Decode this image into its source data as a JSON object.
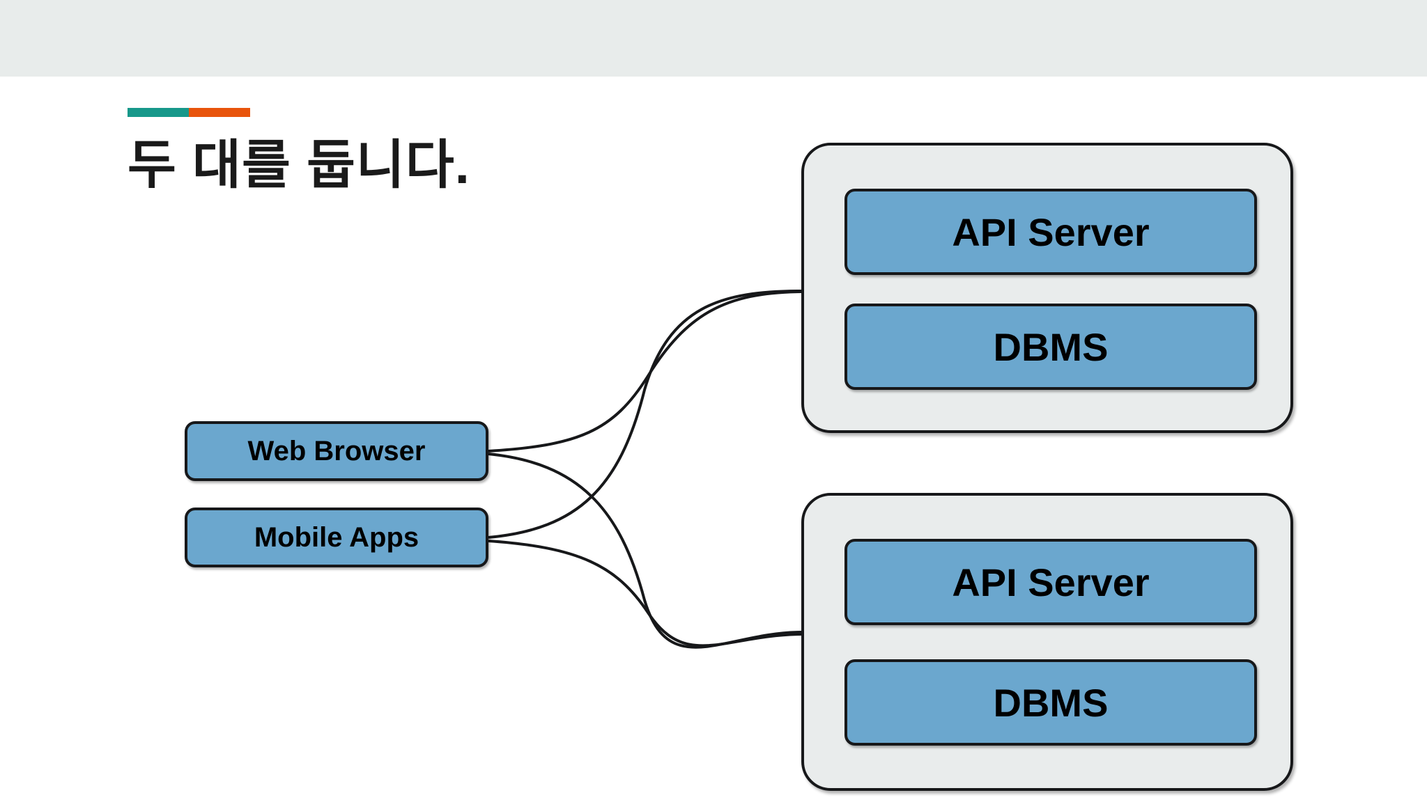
{
  "slide": {
    "title": "두 대를 둡니다.",
    "accent_bar": {
      "left_color": "#17988A",
      "right_color": "#E8540C"
    },
    "colors": {
      "top_band": "#E8ECEB",
      "background": "#FFFFFF",
      "node_fill": "#6BA7CE",
      "group_fill": "#E9ECEC",
      "stroke": "#17181A",
      "text": "#000000"
    }
  },
  "diagram": {
    "type": "architecture-diagram",
    "clients": [
      {
        "id": "web-browser",
        "label": "Web Browser"
      },
      {
        "id": "mobile-apps",
        "label": "Mobile Apps"
      }
    ],
    "server_groups": [
      {
        "id": "server-group-1",
        "components": [
          {
            "id": "api-server-1",
            "label": "API Server"
          },
          {
            "id": "dbms-1",
            "label": "DBMS"
          }
        ]
      },
      {
        "id": "server-group-2",
        "components": [
          {
            "id": "api-server-2",
            "label": "API Server"
          },
          {
            "id": "dbms-2",
            "label": "DBMS"
          }
        ]
      }
    ],
    "connections": [
      {
        "from": "web-browser",
        "to": "server-group-1"
      },
      {
        "from": "web-browser",
        "to": "server-group-2"
      },
      {
        "from": "mobile-apps",
        "to": "server-group-1"
      },
      {
        "from": "mobile-apps",
        "to": "server-group-2"
      }
    ]
  }
}
